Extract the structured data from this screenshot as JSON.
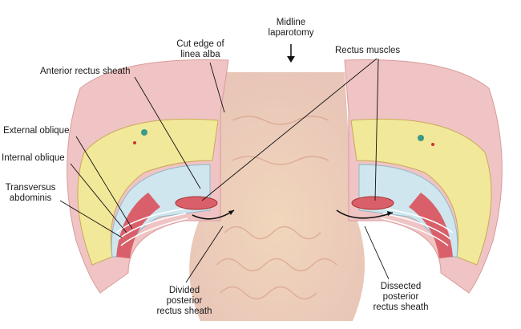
{
  "labels": {
    "midline": [
      "Midline",
      "laparotomy"
    ],
    "linea_alba": [
      "Cut edge of",
      "linea alba"
    ],
    "rectus_muscles": "Rectus muscles",
    "anterior_sheath": "Anterior rectus sheath",
    "external_oblique": "External oblique",
    "internal_oblique": "Internal oblique",
    "transversus": [
      "Transversus",
      "abdominis"
    ],
    "divided": [
      "Divided",
      "posterior",
      "rectus sheath"
    ],
    "dissected": [
      "Dissected",
      "posterior",
      "rectus sheath"
    ]
  },
  "colors": {
    "skin": "#f0c4c4",
    "fat": "#f2e89a",
    "muscle": "#d9606a",
    "fascia": "#cfe6ee",
    "viscera": "#e8c4a8"
  }
}
